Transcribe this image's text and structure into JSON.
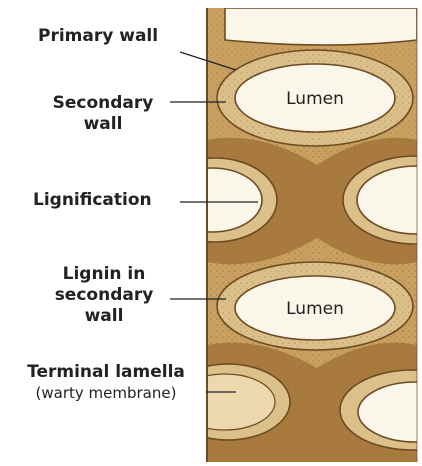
{
  "labels": {
    "primary_wall": "Primary wall",
    "secondary_wall_1": "Secondary",
    "secondary_wall_2": "wall",
    "lignification": "Lignification",
    "lignin_1": "Lignin in",
    "lignin_2": "secondary",
    "lignin_3": "wall",
    "terminal_1": "Terminal lamella",
    "terminal_2": "(warty membrane)"
  },
  "lumen_labels": [
    "Lumen",
    "Lumen"
  ],
  "colors": {
    "outer_wall": "#c9a060",
    "inner_wall": "#dcc08a",
    "lignin": "#a97a3e",
    "lumen": "#fbf6ea",
    "outline": "#6e4a22",
    "ink": "#222222"
  }
}
